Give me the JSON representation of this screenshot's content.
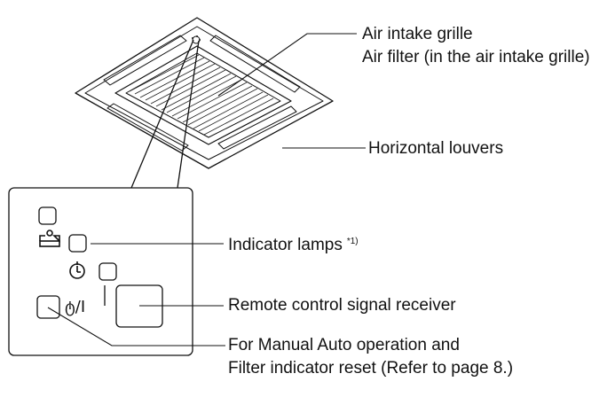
{
  "labels": {
    "air_intake_grille": "Air intake grille",
    "air_filter": "Air filter (in the air intake grille)",
    "horizontal_louvers": "Horizontal louvers",
    "indicator_lamps": "Indicator lamps",
    "indicator_lamps_note": "*1)",
    "remote_receiver": "Remote control signal receiver",
    "manual_auto_line1": "For Manual Auto operation and",
    "manual_auto_line2": "Filter indicator reset (Refer to page 8.)"
  },
  "panel_symbols": {
    "power_toggle": "ტ/I"
  },
  "icons": [
    "filter-indicator-icon",
    "timer-icon",
    "power-toggle-icon"
  ],
  "colors": {
    "line": "#111111",
    "background": "#ffffff"
  }
}
